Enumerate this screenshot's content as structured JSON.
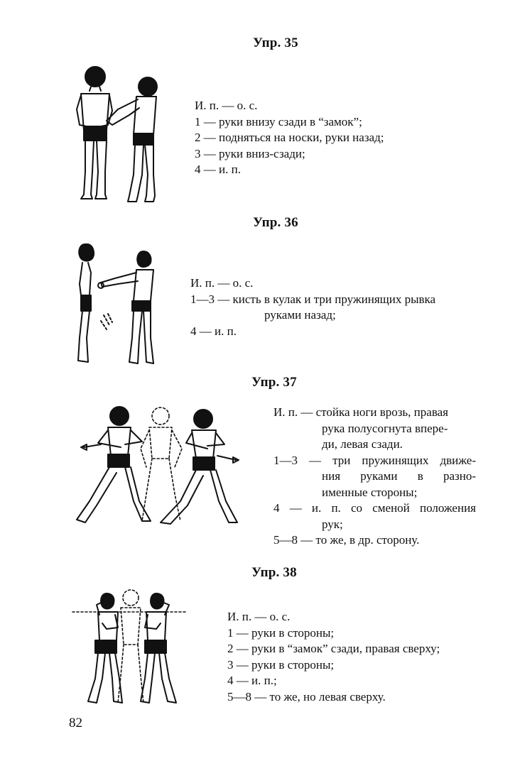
{
  "page_number": "82",
  "exercises": [
    {
      "title": "Упр. 35",
      "lines": [
        "И. п. — о. с.",
        "1 — руки внизу сзади в “замок”;",
        "2 — подняться на носки, руки назад;",
        "3 — руки вниз-сзади;",
        "4 — и. п."
      ]
    },
    {
      "title": "Упр. 36",
      "lines": [
        "И. п. — о. с.",
        "1—3 — кисть в кулак и три пружинящих рывка",
        "руками назад;",
        "4 — и. п."
      ]
    },
    {
      "title": "Упр. 37",
      "lines": [
        "И. п. — стойка ноги врозь, правая",
        "рука полусогнута впере-",
        "ди, левая сзади.",
        "1—3 — три пружинящих движе-",
        "ния руками в разно-",
        "именные стороны;",
        "4 — и. п. со сменой положения",
        "рук;",
        "5—8 — то же, в др. сторону."
      ]
    },
    {
      "title": "Упр. 38",
      "lines": [
        "И. п. — о. с.",
        "1 — руки в стороны;",
        "2 — руки в “замок” сзади, правая сверху;",
        "3 — руки в стороны;",
        "4 — и. п.;",
        "5—8 — то же, но левая сверху."
      ]
    }
  ]
}
